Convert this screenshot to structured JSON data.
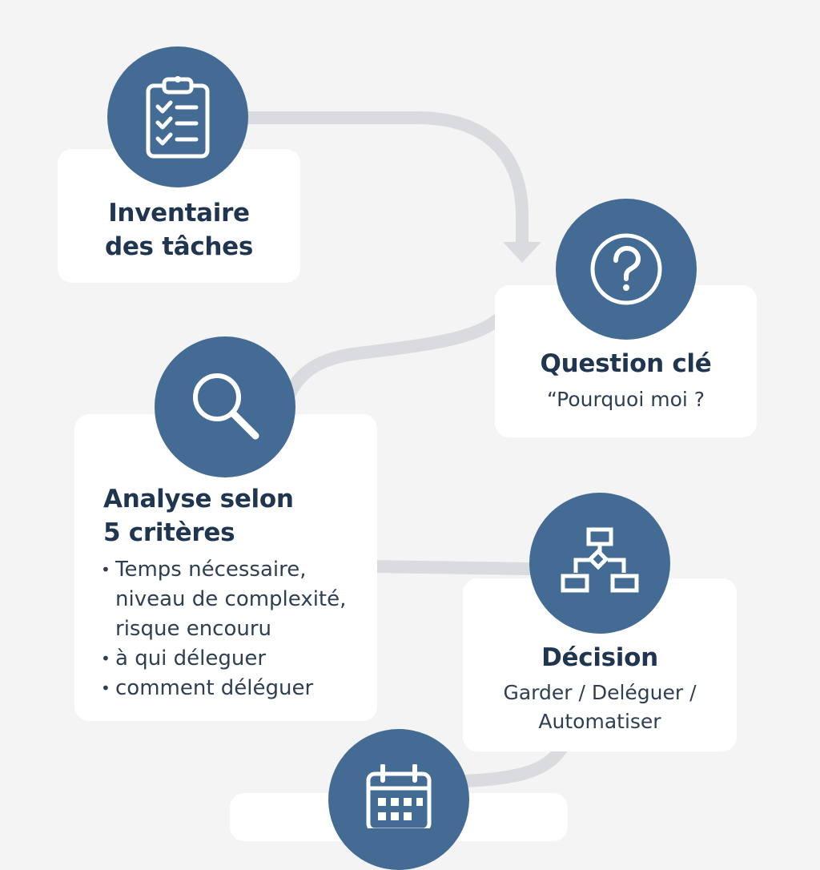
{
  "theme": {
    "accent": "#436b93",
    "title_color": "#1f3550",
    "background": "#f4f4f5",
    "card": "#ffffff",
    "connector": "#d9dbde"
  },
  "steps": [
    {
      "icon": "clipboard-checklist-icon",
      "title_line1": "Inventaire",
      "title_line2": "des tâches"
    },
    {
      "icon": "question-mark-icon",
      "title": "Question clé",
      "subtitle": "“Pourquoi moi ?"
    },
    {
      "icon": "magnifier-icon",
      "title_line1": "Analyse selon",
      "title_line2": "5 critères",
      "bullets": [
        "Temps nécessaire,",
        "niveau de complexité,",
        "risque encouru",
        "à qui déleguer",
        "comment déléguer"
      ]
    },
    {
      "icon": "decision-flow-icon",
      "title": "Décision",
      "subtitle_line1": "Garder / Deléguer /",
      "subtitle_line2": "Automatiser"
    },
    {
      "icon": "calendar-icon"
    }
  ]
}
